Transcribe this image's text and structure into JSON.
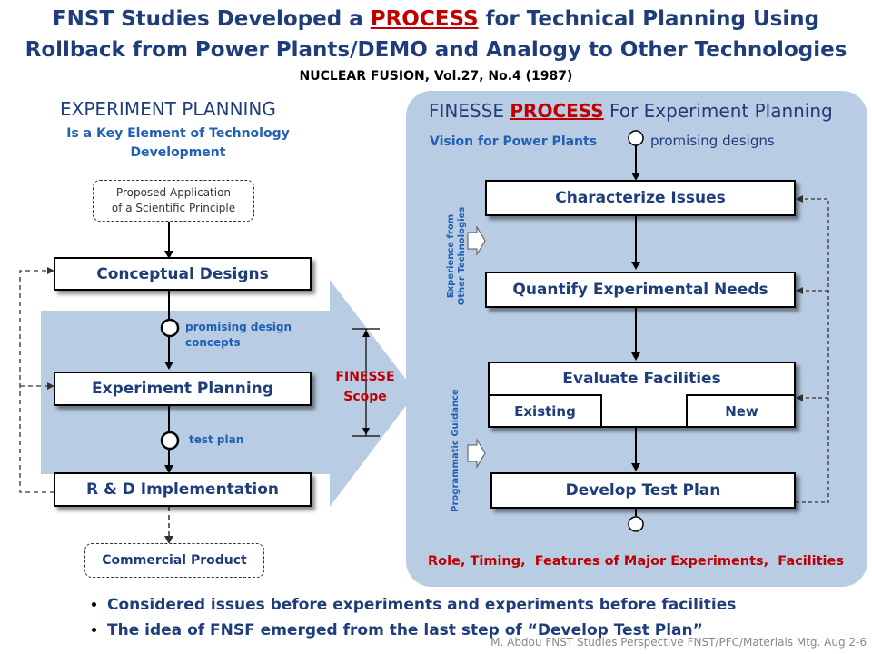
{
  "title": {
    "line1_prefix": "FNST Studies Developed a ",
    "line1_keyword": "PROCESS",
    "line1_suffix": " for Technical Planning Using",
    "line2": "Rollback from Power Plants/DEMO and Analogy to Other Technologies",
    "citation": "NUCLEAR FUSION, Vol.27, No.4 (1987)"
  },
  "left": {
    "heading": "EXPERIMENT PLANNING",
    "subheading_line1": "Is a Key Element of Technology",
    "subheading_line2": "Development",
    "proposed_line1": "Proposed Application",
    "proposed_line2": "of a Scientific Principle",
    "box_conceptual": "Conceptual Designs",
    "label_promising_line1": "promising design",
    "label_promising_line2": "concepts",
    "box_experiment": "Experiment Planning",
    "label_testplan": "test plan",
    "box_rd": "R & D Implementation",
    "commercial": "Commercial Product",
    "finesse_line1": "FINESSE",
    "finesse_line2": "Scope"
  },
  "right": {
    "heading_prefix": "FINESSE ",
    "heading_keyword": "PROCESS",
    "heading_suffix": " For Experiment Planning",
    "vision": "Vision for Power Plants",
    "promising": "promising designs",
    "box_characterize": "Characterize Issues",
    "box_quantify": "Quantify Experimental Needs",
    "box_evaluate": "Evaluate Facilities",
    "existing": "Existing",
    "new": "New",
    "box_develop": "Develop Test Plan",
    "experience_line1": "Experience from",
    "experience_line2": "Other Technologies",
    "programmatic": "Programmatic Guidance",
    "role": "Role, Timing,  Features of Major Experiments,  Facilities"
  },
  "bullets": [
    "Considered issues before experiments and experiments before facilities",
    "The idea of FNSF emerged from the last step of “Develop Test Plan”"
  ],
  "footer": "M. Abdou  FNST Studies Perspective FNST/PFC/Materials Mtg. Aug 2-6",
  "colors": {
    "title_blue": "#1f3d7a",
    "accent_red": "#c00000",
    "panel_blue": "#b8cce4",
    "label_blue": "#1f5fb4"
  }
}
